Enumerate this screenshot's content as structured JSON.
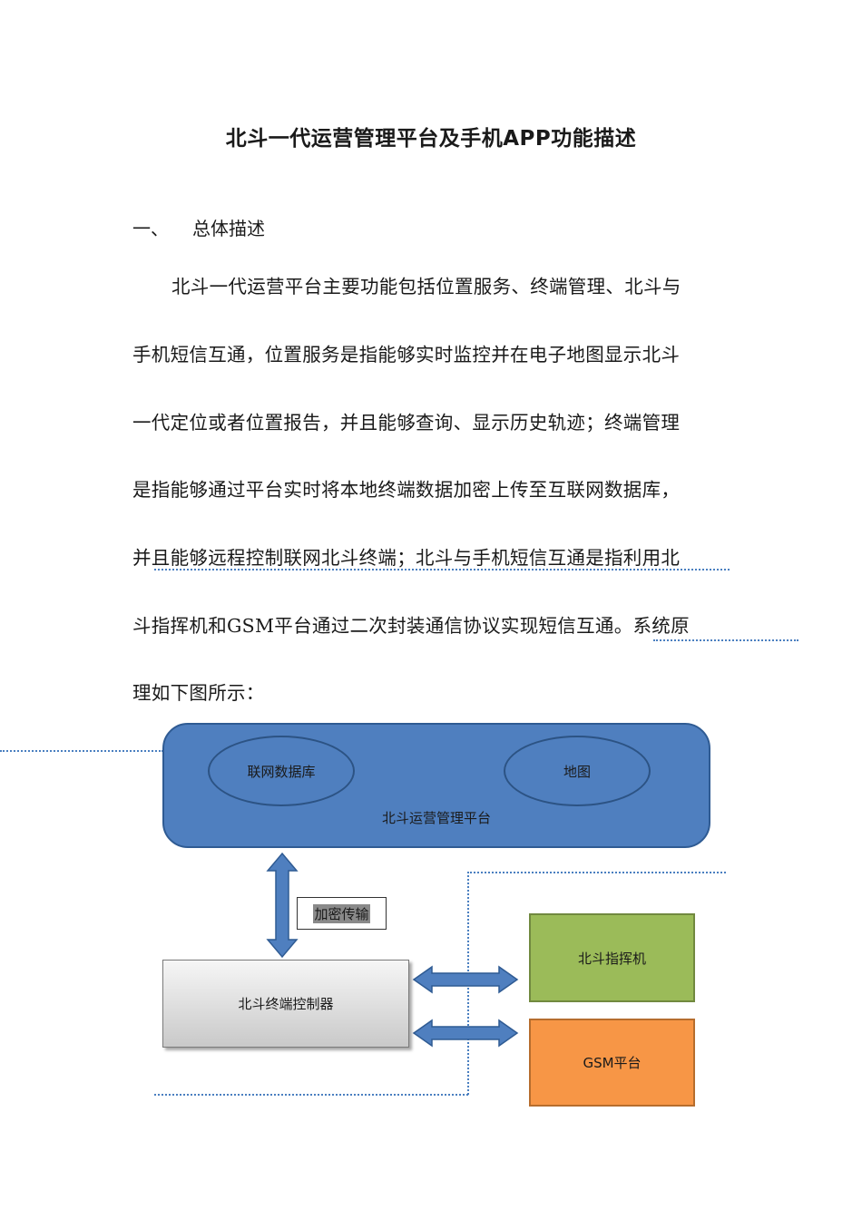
{
  "document": {
    "title": "北斗一代运营管理平台及手机APP功能描述",
    "section_number": "一、",
    "section_title": "总体描述",
    "paragraph_lines": [
      "北斗一代运营平台主要功能包括位置服务、终端管理、北斗与",
      "手机短信互通，位置服务是指能够实时监控并在电子地图显示北斗",
      "一代定位或者位置报告，并且能够查询、显示历史轨迹；终端管理",
      "是指能够通过平台实时将本地终端数据加密上传至互联网数据库，",
      "并且能够远程控制联网北斗终端；北斗与手机短信互通是指利用北",
      "斗指挥机和GSM平台通过二次封装通信协议实现短信互通。系统原",
      "理如下图所示："
    ]
  },
  "diagram": {
    "platform_label": "北斗运营管理平台",
    "database_label": "联网数据库",
    "map_label": "地图",
    "encryption_label": "加密传输",
    "controller_label": "北斗终端控制器",
    "commander_label": "北斗指挥机",
    "gsm_label": "GSM平台"
  },
  "colors": {
    "platform": "#4f7fbf",
    "commander": "#9bbb59",
    "gsm": "#f79646",
    "arrow": "#4f7fbf",
    "dotted_guides": "#4a7fc0"
  }
}
